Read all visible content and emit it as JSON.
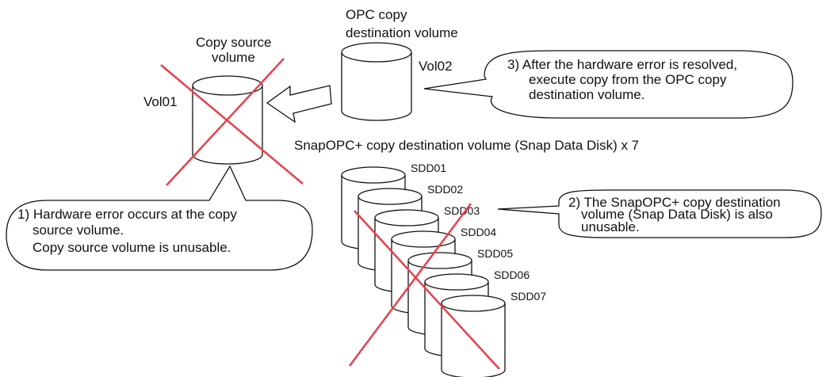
{
  "source_volume": {
    "caption_lines": [
      "Copy source",
      "volume"
    ],
    "name": "Vol01"
  },
  "opc_volume": {
    "caption_lines": [
      "OPC copy",
      "destination volume"
    ],
    "name": "Vol02"
  },
  "snapopc": {
    "caption": "SnapOPC+ copy destination volume (Snap Data Disk) x 7",
    "disks": [
      "SDD01",
      "SDD02",
      "SDD03",
      "SDD04",
      "SDD05",
      "SDD06",
      "SDD07"
    ]
  },
  "notes": {
    "hardware_error": [
      "1) Hardware error occurs at the copy",
      "source volume.",
      "Copy source volume is unusable."
    ],
    "sdd_unusable": [
      "2) The SnapOPC+ copy destination",
      "volume (Snap Data Disk) is also",
      "unusable."
    ],
    "restore": [
      "3)  After the hardware error is resolved,",
      "execute copy from the OPC copy",
      "destination volume."
    ]
  },
  "colors": {
    "error_cross": "#e8404a",
    "outline": "#111111"
  }
}
